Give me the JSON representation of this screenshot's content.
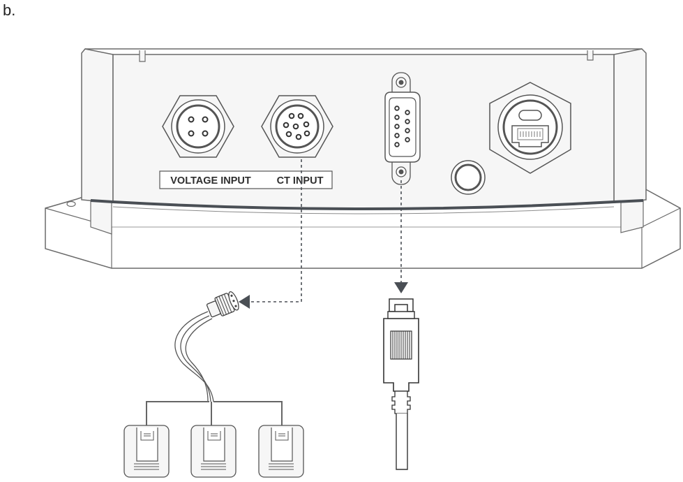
{
  "figure": {
    "label": "b."
  },
  "ports": {
    "voltage_input_label": "VOLTAGE INPUT",
    "ct_input_label": "CT INPUT"
  },
  "colors": {
    "line": "#555555",
    "housing_fill": "#f6f6f6",
    "base_fill": "#ffffff",
    "dark_accent": "#4a4f55",
    "pin_fill": "#ffffff"
  }
}
